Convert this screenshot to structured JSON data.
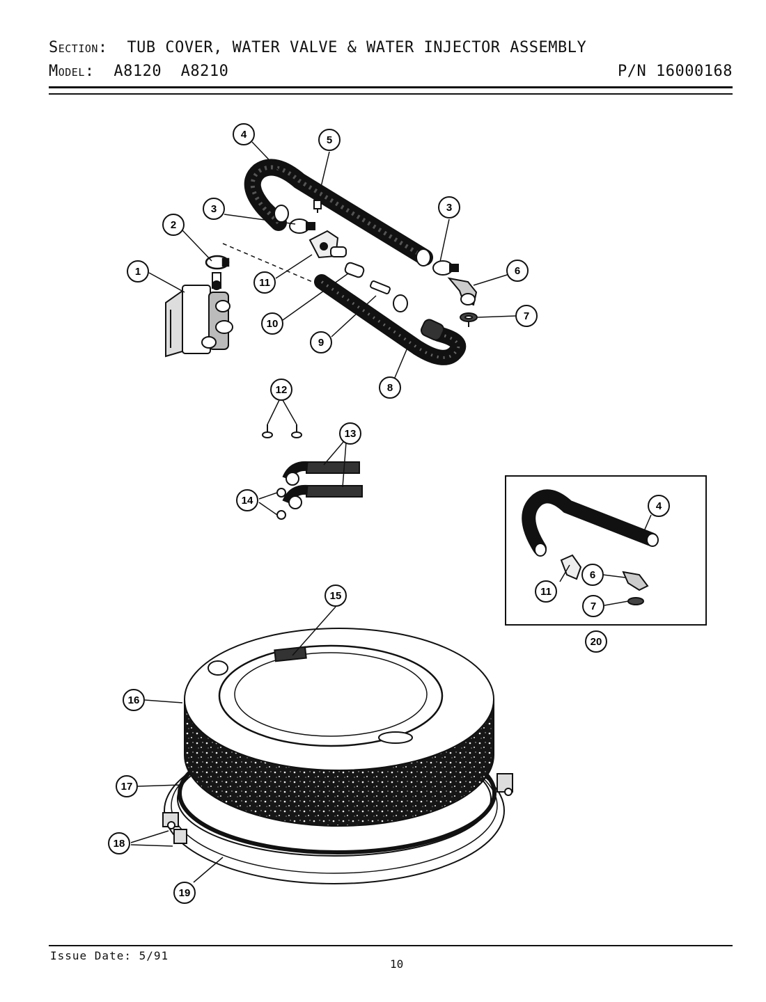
{
  "header": {
    "section_label": "Section:",
    "section_title": "TUB COVER, WATER VALVE & WATER INJECTOR ASSEMBLY",
    "model_label": "Model:",
    "models": "A8120  A8210",
    "part_number": "P/N 16000168"
  },
  "footer": {
    "issue_date": "Issue Date: 5/91",
    "page_number": "10"
  },
  "callouts": {
    "c1": "1",
    "c2": "2",
    "c3a": "3",
    "c3b": "3",
    "c4": "4",
    "c5": "5",
    "c6": "6",
    "c7": "7",
    "c8": "8",
    "c9": "9",
    "c10": "10",
    "c11": "11",
    "c12": "12",
    "c13": "13",
    "c14": "14",
    "c15": "15",
    "c16": "16",
    "c17": "17",
    "c18": "18",
    "c19": "19",
    "k4": "4",
    "k6": "6",
    "k7": "7",
    "k11": "11",
    "c20": "20"
  }
}
